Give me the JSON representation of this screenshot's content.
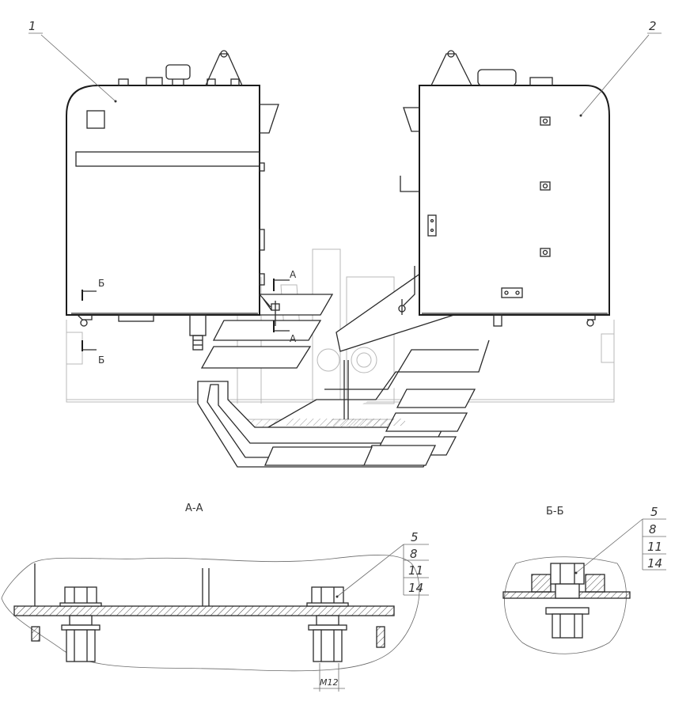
{
  "callouts": {
    "tank_left": "1",
    "tank_right": "2"
  },
  "section_marks": {
    "a_top": "А",
    "a_bottom": "А",
    "b_top": "Б",
    "b_bottom": "Б"
  },
  "section_titles": {
    "aa": "А-А",
    "bb": "Б-Б"
  },
  "parts_aa": [
    "5",
    "8",
    "11",
    "14"
  ],
  "parts_bb": [
    "5",
    "8",
    "11",
    "14"
  ],
  "dimension": "M12"
}
